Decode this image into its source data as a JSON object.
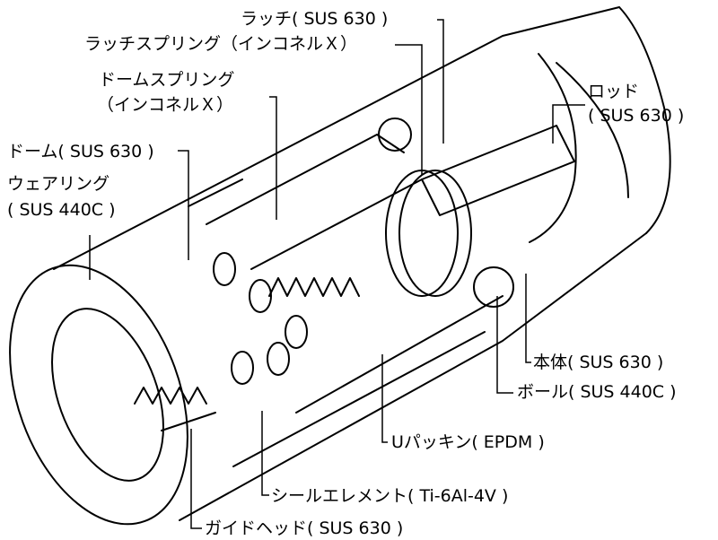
{
  "labels": {
    "latch": "ラッチ( SUS 630 )",
    "latch_spring": "ラッチスプリング（インコネルＸ）",
    "dome_spring_1": "ドームスプリング",
    "dome_spring_2": "（インコネルＸ）",
    "dome": "ドーム( SUS 630 )",
    "wear_ring_1": "ウェアリング",
    "wear_ring_2": "( SUS 440C )",
    "rod_1": "ロッド",
    "rod_2": "( SUS 630 )",
    "body": "本体( SUS 630 )",
    "ball": "ボール( SUS 440C )",
    "u_packing": "Uパッキン( EPDM )",
    "seal_element": "シールエレメント( Ti-6Al-4V )",
    "guide_head": "ガイドヘッド( SUS 630 )"
  }
}
